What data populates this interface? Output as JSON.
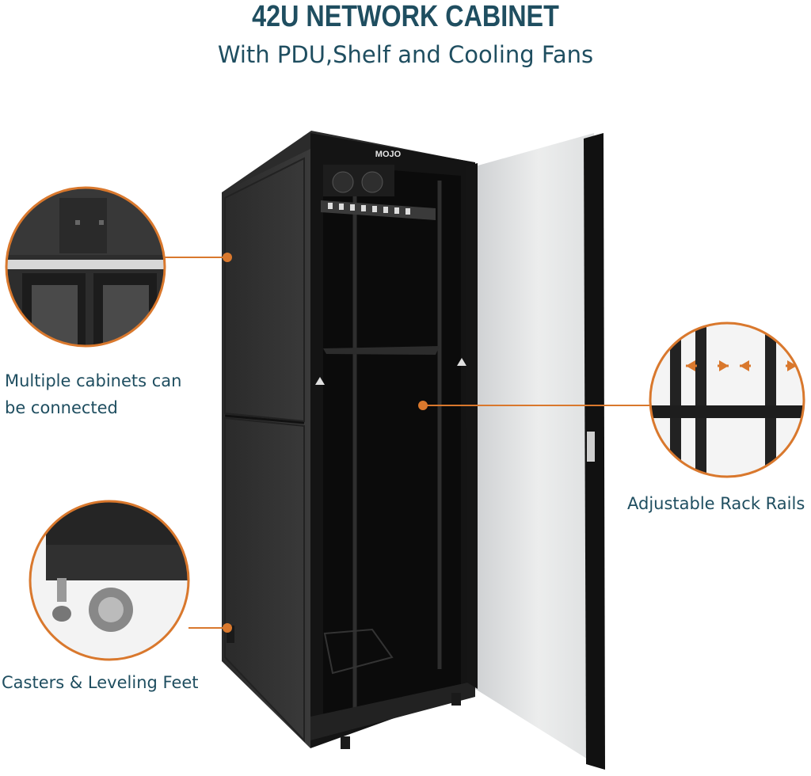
{
  "header": {
    "title": "42U NETWORK CABINET",
    "subtitle": "With PDU,Shelf and Cooling Fans"
  },
  "brand": {
    "logo_text": "MOJO"
  },
  "callouts": {
    "connect": {
      "line1": "Multiple cabinets can",
      "line2": "be connected"
    },
    "casters": {
      "label": "Casters & Leveling Feet"
    },
    "rails": {
      "label": "Adjustable Rack Rails"
    }
  },
  "colors": {
    "accent": "#d9782d",
    "text": "#1f4e60",
    "cabinet": "#1c1c1c"
  }
}
